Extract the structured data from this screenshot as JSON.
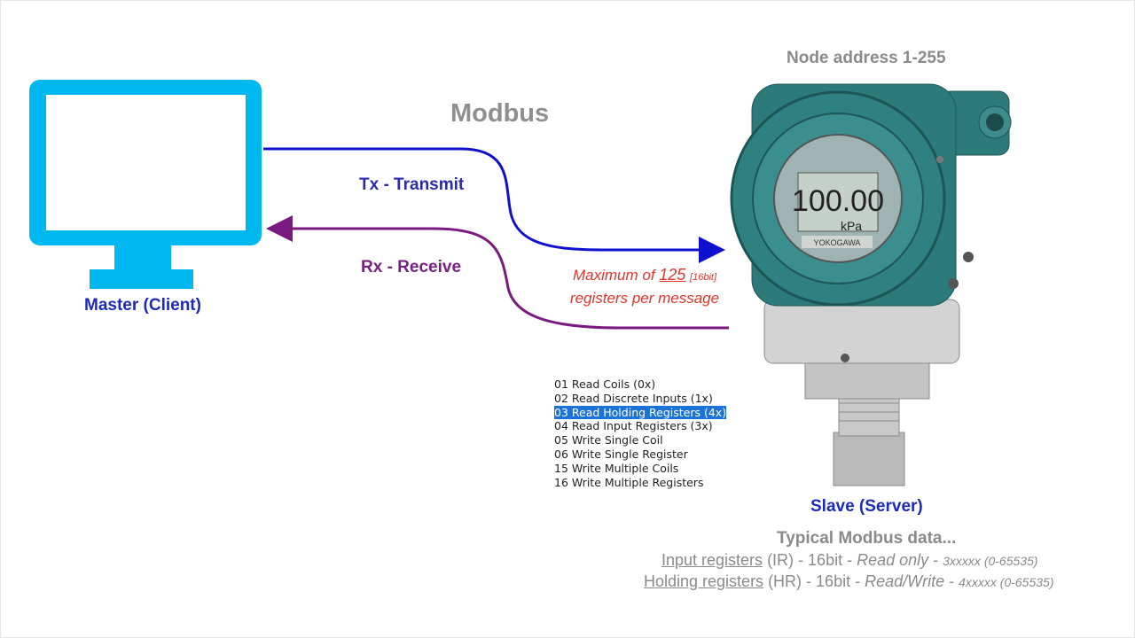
{
  "title": "Modbus",
  "node_address": "Node address 1-255",
  "tx_label": "Tx - Transmit",
  "rx_label": "Rx - Receive",
  "master_label": "Master (Client)",
  "slave_label": "Slave (Server)",
  "max_note": {
    "prefix": "Maximum of ",
    "number": "125",
    "unit": "[16bit]",
    "line2": "registers per message"
  },
  "function_codes": [
    "01 Read Coils (0x)",
    "02 Read Discrete Inputs (1x)",
    "03 Read Holding Registers (4x)",
    "04 Read Input Registers (3x)",
    "05 Write Single Coil",
    "06 Write Single Register",
    "15 Write Multiple Coils",
    "16 Write Multiple Registers"
  ],
  "selected_function_code": "03 Read Holding Registers (4x)",
  "typical_data": {
    "heading": "Typical Modbus data...",
    "input_registers": {
      "name": "Input registers",
      "abbr": " (IR) - 16bit - ",
      "access": "Read only",
      "sep": " - ",
      "range": "3xxxxx (0-65535)"
    },
    "holding_registers": {
      "name": "Holding registers",
      "abbr": " (HR) - 16bit - ",
      "access": "Read/Write",
      "sep": " - ",
      "range": "4xxxxx (0-65535)"
    }
  },
  "device_display": {
    "value": "100.00",
    "unit": "kPa",
    "brand": "YOKOGAWA"
  },
  "colors": {
    "monitor": "#00b8f0",
    "tx_arrow": "#1010d0",
    "rx_arrow": "#7a1a80",
    "note": "#e3342b",
    "selection": "#1a73d9",
    "device_body": "#2d7a7a"
  }
}
